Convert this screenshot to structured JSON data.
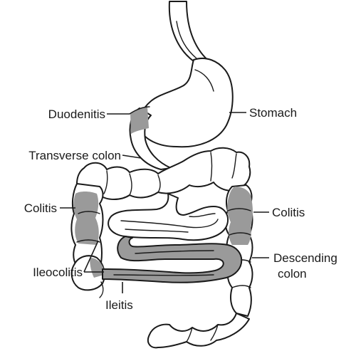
{
  "labels": {
    "duodenitis": "Duodenitis",
    "stomach": "Stomach",
    "transverse_colon": "Transverse colon",
    "colitis_left": "Colitis",
    "colitis_right": "Colitis",
    "descending_colon_line1": "Descending",
    "descending_colon_line2": "colon",
    "ileocolitis": "Ileocolitis",
    "ileitis": "Ileitis"
  },
  "colors": {
    "outline": "#1a1a1a",
    "inflamed": "#9a9a9a",
    "tissue": "#ffffff"
  }
}
